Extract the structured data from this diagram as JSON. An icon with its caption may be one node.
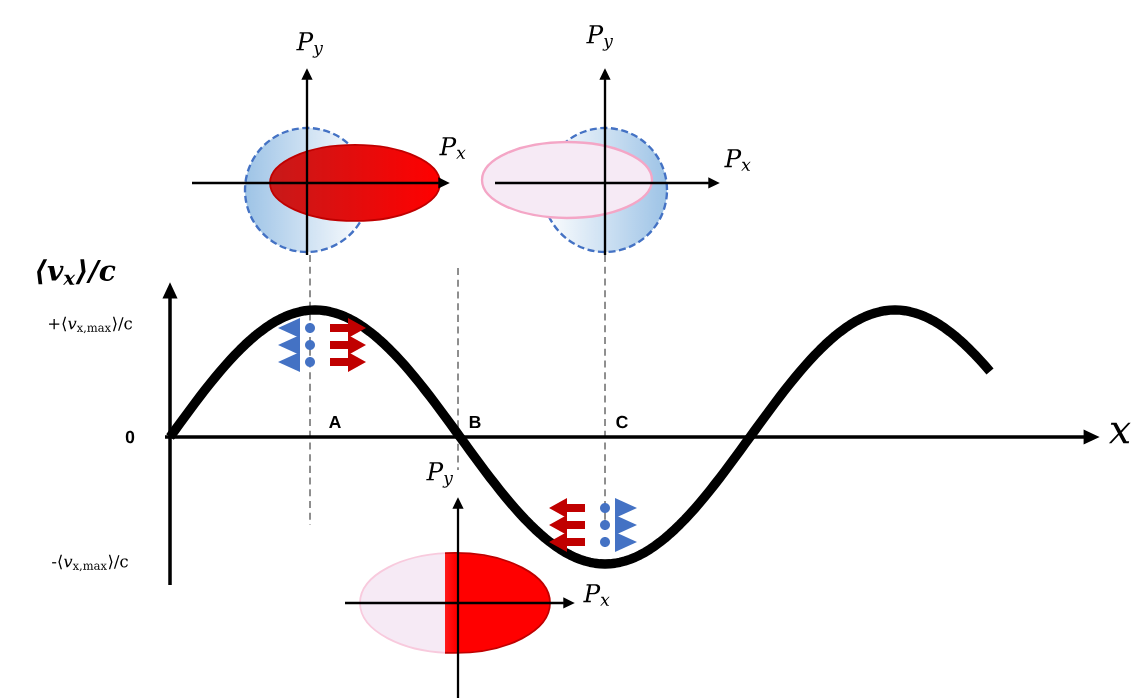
{
  "diagram": {
    "labels": [
      "P$_{y}$",
      "P$_{y}$",
      "P$_{x}$",
      "P$_{x}$",
      "⟨v$_{x}$⟩/c",
      "+⟨*v*$_{x,max}$⟩/c",
      "0",
      "A",
      "B",
      "C",
      "x",
      "P$_{y}$",
      "-⟨*v*$_{x,max}$⟩/c",
      "P$_{x}$"
    ]
  }
}
